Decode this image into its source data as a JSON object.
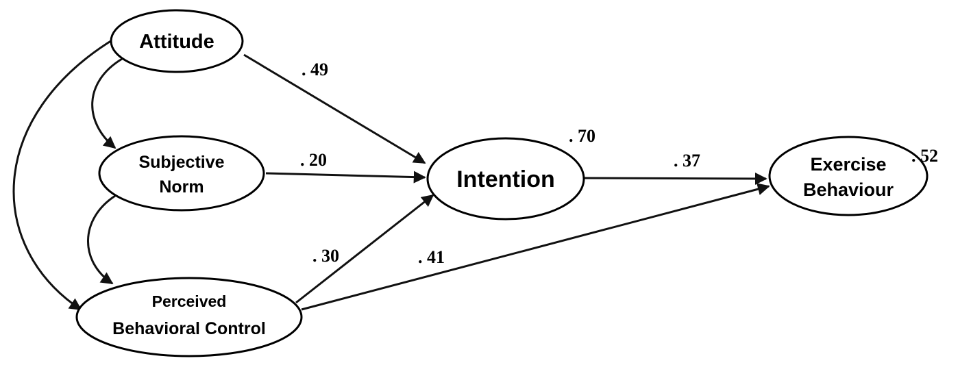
{
  "nodes": {
    "attitude": {
      "lines": [
        "Attitude"
      ]
    },
    "subjective_norm": {
      "lines": [
        "Subjective",
        "Norm"
      ]
    },
    "pbc": {
      "lines": [
        "Perceived",
        "Behavioral Control"
      ]
    },
    "intention": {
      "lines": [
        "Intention"
      ],
      "r2": ". 70"
    },
    "exercise": {
      "lines": [
        "Exercise",
        "Behaviour"
      ],
      "r2": ". 52"
    }
  },
  "paths": {
    "attitude_to_intention": ". 49",
    "subjective_norm_to_intention": ". 20",
    "pbc_to_intention": ". 30",
    "pbc_to_exercise": ". 41",
    "intention_to_exercise": ". 37"
  },
  "colors": {
    "stroke": "#000000",
    "background": "#ffffff"
  }
}
